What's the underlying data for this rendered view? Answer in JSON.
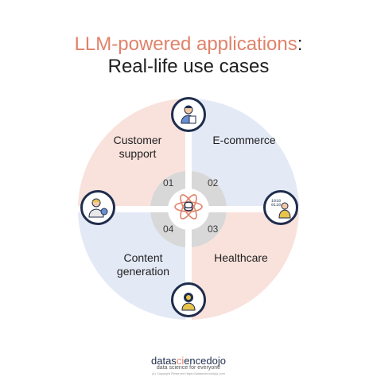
{
  "title": {
    "part1": "LLM-powered applications",
    "colon": ":",
    "line2": "Real-life use cases"
  },
  "quadrants": [
    {
      "number": "01",
      "label_line1": "Customer",
      "label_line2": "support",
      "icon": "customer-support-agent-icon"
    },
    {
      "number": "02",
      "label_line1": "E-commerce",
      "label_line2": "",
      "icon": "ecommerce-shopper-icon"
    },
    {
      "number": "03",
      "label_line1": "Healthcare",
      "label_line2": "",
      "icon": "healthcare-doctor-icon"
    },
    {
      "number": "04",
      "label_line1": "Content",
      "label_line2": "generation",
      "icon": "content-generation-ai-icon"
    }
  ],
  "center_icon": "atom-icon",
  "colors": {
    "accent_peach": "#e0826a",
    "quadrant_peach": "#f9e2dc",
    "quadrant_blue": "#e4e9f6",
    "inner_gray": "#d5d5d5",
    "icon_border": "#1f2d4d"
  },
  "brand": {
    "part1": "datas",
    "part2": "ci",
    "part3": "encedojo",
    "tagline": "data science for everyone",
    "copyright": "(c) Copyright Reserved https://datasciencedojo.com"
  }
}
